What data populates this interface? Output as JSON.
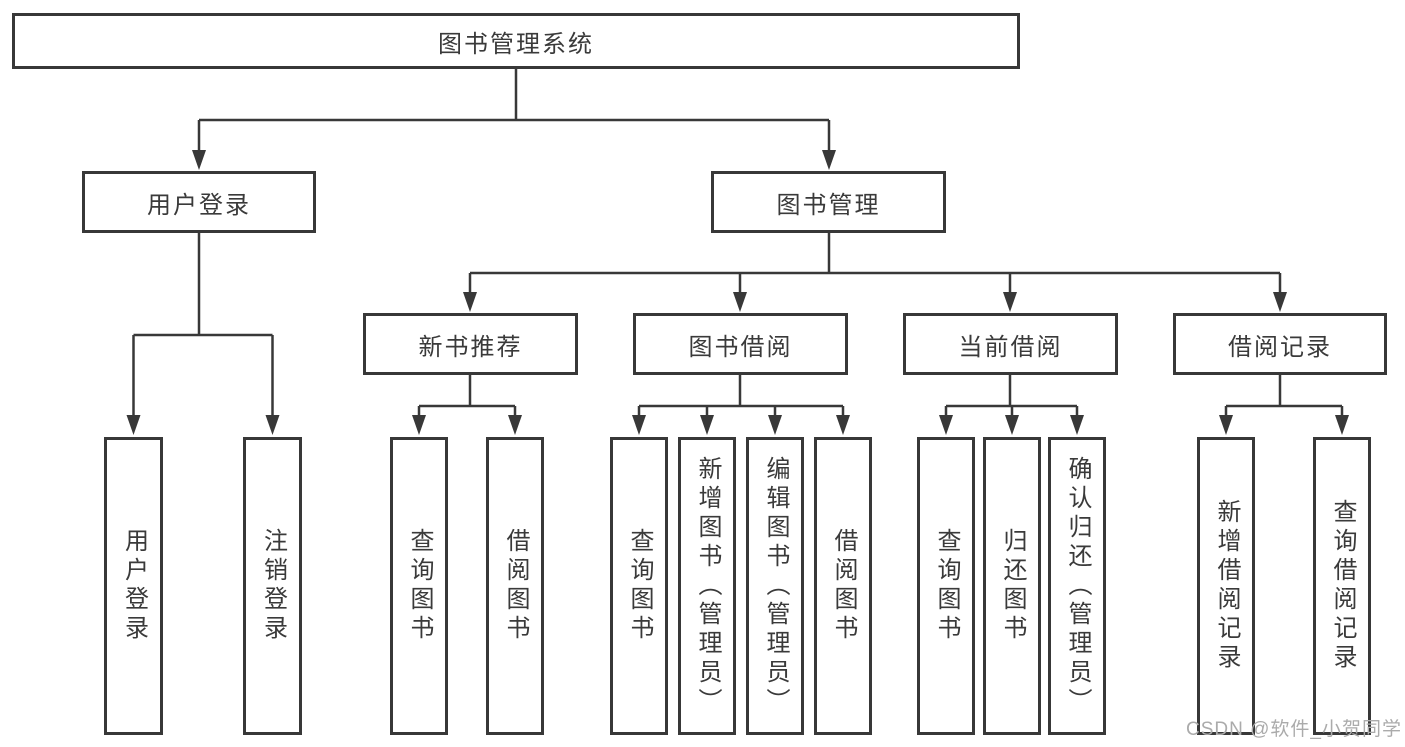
{
  "colors": {
    "line": "#383838",
    "box_border": "#383838",
    "text": "#3a3a3a",
    "watermark": "#ababab",
    "background": "#ffffff"
  },
  "tree": {
    "root": {
      "label": "图书管理系统"
    },
    "branches": [
      {
        "label": "用户登录",
        "children": [
          {
            "label": "用户登录"
          },
          {
            "label": "注销登录"
          }
        ]
      },
      {
        "label": "图书管理",
        "children": [
          {
            "label": "新书推荐",
            "children": [
              {
                "label": "查询图书"
              },
              {
                "label": "借阅图书"
              }
            ]
          },
          {
            "label": "图书借阅",
            "children": [
              {
                "label": "查询图书"
              },
              {
                "label": "新增图书（管理员）"
              },
              {
                "label": "编辑图书（管理员）"
              },
              {
                "label": "借阅图书"
              }
            ]
          },
          {
            "label": "当前借阅",
            "children": [
              {
                "label": "查询图书"
              },
              {
                "label": "归还图书"
              },
              {
                "label": "确认归还（管理员）"
              }
            ]
          },
          {
            "label": "借阅记录",
            "children": [
              {
                "label": "新增借阅记录"
              },
              {
                "label": "查询借阅记录"
              }
            ]
          }
        ]
      }
    ]
  },
  "watermark": "CSDN @软件_小贺同学"
}
